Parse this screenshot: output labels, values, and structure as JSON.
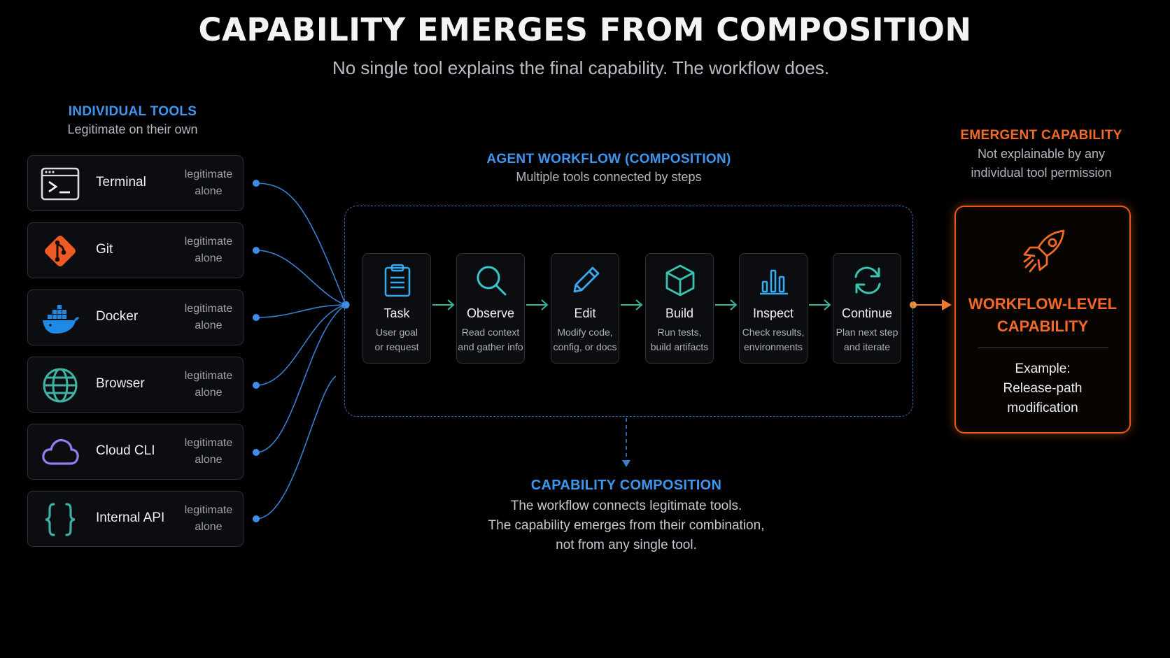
{
  "header": {
    "title": "CAPABILITY EMERGES FROM COMPOSITION",
    "subtitle": "No single tool explains the final capability. The workflow does."
  },
  "tools_section": {
    "heading": "INDIVIDUAL TOOLS",
    "subheading": "Legitimate on their own",
    "items": [
      {
        "name": "Terminal",
        "icon": "terminal-icon",
        "status_line1": "legitimate",
        "status_line2": "alone"
      },
      {
        "name": "Git",
        "icon": "git-icon",
        "status_line1": "legitimate",
        "status_line2": "alone"
      },
      {
        "name": "Docker",
        "icon": "docker-icon",
        "status_line1": "legitimate",
        "status_line2": "alone"
      },
      {
        "name": "Browser",
        "icon": "globe-icon",
        "status_line1": "legitimate",
        "status_line2": "alone"
      },
      {
        "name": "Cloud CLI",
        "icon": "cloud-icon",
        "status_line1": "legitimate",
        "status_line2": "alone"
      },
      {
        "name": "Internal API",
        "icon": "braces-icon",
        "status_line1": "legitimate",
        "status_line2": "alone"
      }
    ]
  },
  "workflow": {
    "heading": "AGENT WORKFLOW (COMPOSITION)",
    "subheading": "Multiple tools connected by steps",
    "steps": [
      {
        "title": "Task",
        "icon": "clipboard-icon",
        "desc_line1": "User goal",
        "desc_line2": "or request"
      },
      {
        "title": "Observe",
        "icon": "magnifier-icon",
        "desc_line1": "Read context",
        "desc_line2": "and gather info"
      },
      {
        "title": "Edit",
        "icon": "pencil-icon",
        "desc_line1": "Modify code,",
        "desc_line2": "config, or docs"
      },
      {
        "title": "Build",
        "icon": "cube-icon",
        "desc_line1": "Run tests,",
        "desc_line2": "build artifacts"
      },
      {
        "title": "Inspect",
        "icon": "bar-chart-icon",
        "desc_line1": "Check results,",
        "desc_line2": "environments"
      },
      {
        "title": "Continue",
        "icon": "refresh-icon",
        "desc_line1": "Plan next step",
        "desc_line2": "and iterate"
      }
    ]
  },
  "emergent": {
    "heading": "EMERGENT CAPABILITY",
    "sub_line1": "Not explainable by any",
    "sub_line2": "individual tool permission",
    "icon": "rocket-icon",
    "card_title_line1": "WORKFLOW-LEVEL",
    "card_title_line2": "CAPABILITY",
    "example_line1": "Example:",
    "example_line2": "Release-path",
    "example_line3": "modification"
  },
  "composition": {
    "heading": "CAPABILITY COMPOSITION",
    "line1": "The workflow connects legitimate tools.",
    "line2": "The capability emerges from their combination,",
    "line3": "not from any single tool."
  },
  "colors": {
    "background": "#000000",
    "accent_blue": "#3d97f0",
    "accent_orange": "#f36a25",
    "step_arrow_teal": "#35b59a",
    "icon_teal": "#38c4cf"
  }
}
